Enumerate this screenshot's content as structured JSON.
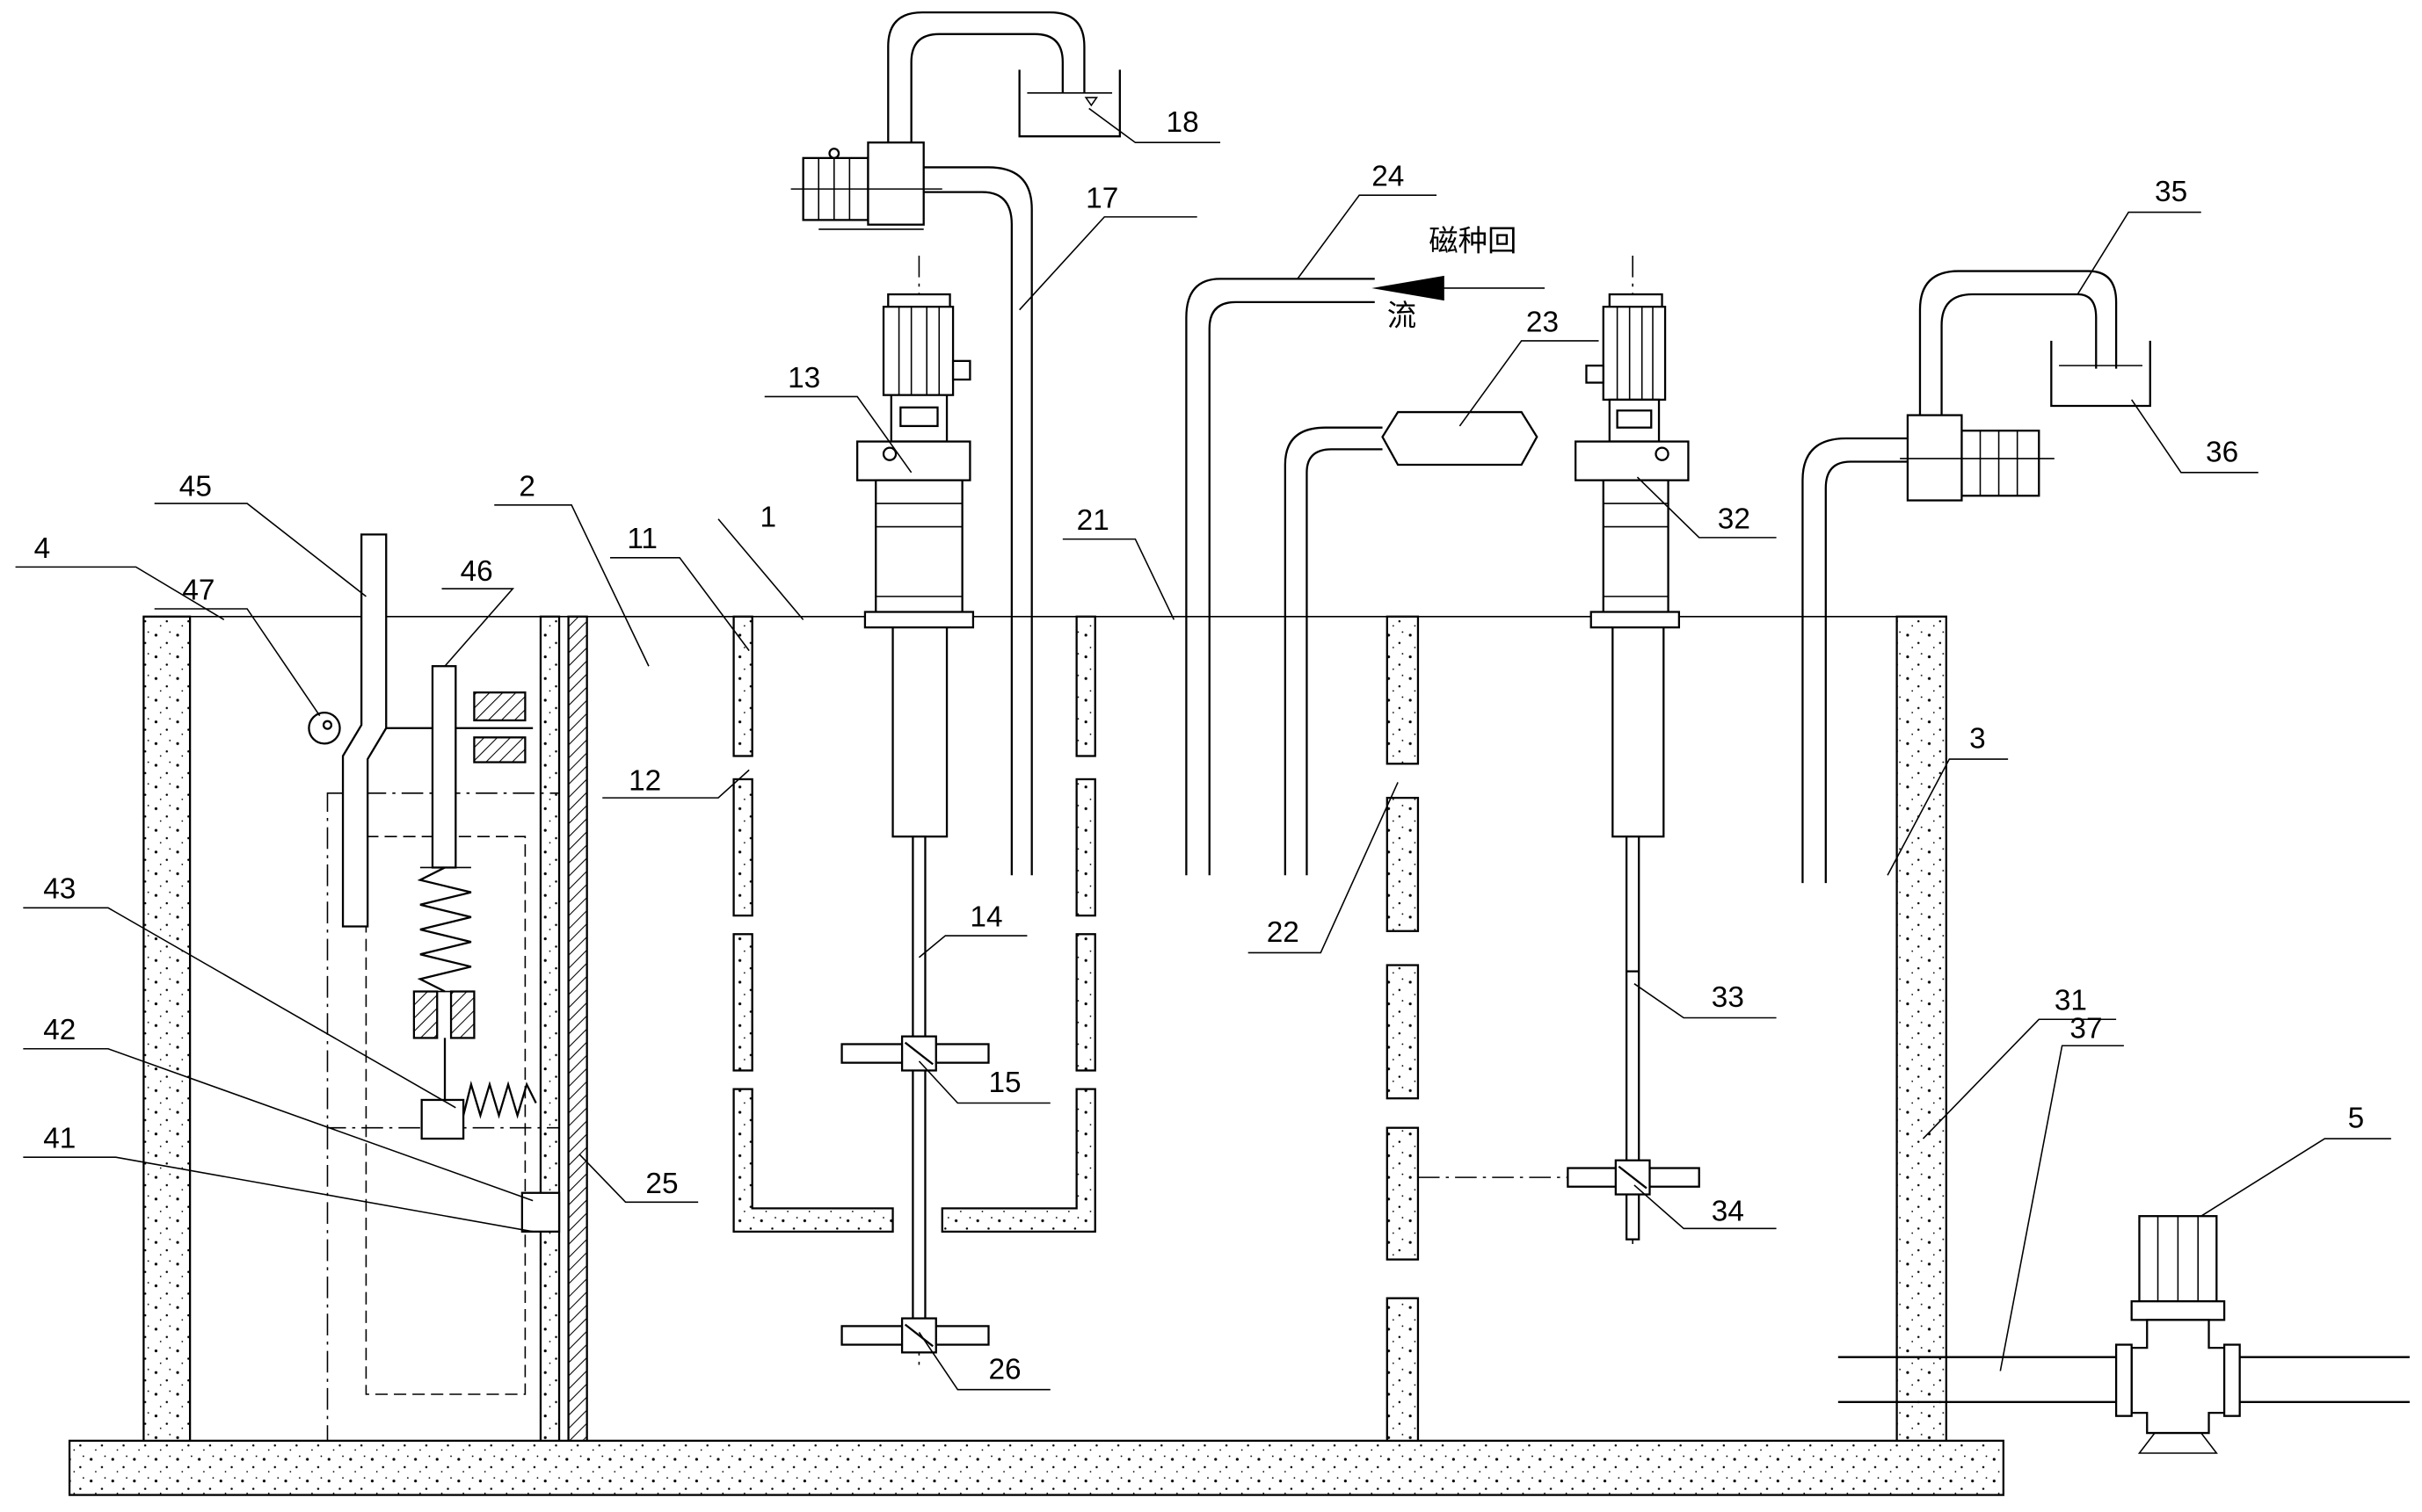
{
  "labels": {
    "n1": "1",
    "n2": "2",
    "n3": "3",
    "n4": "4",
    "n5": "5",
    "n11": "11",
    "n12": "12",
    "n13": "13",
    "n14": "14",
    "n15": "15",
    "n17": "17",
    "n18": "18",
    "n21": "21",
    "n22": "22",
    "n23": "23",
    "n24": "24",
    "n25": "25",
    "n26": "26",
    "n31": "31",
    "n32": "32",
    "n33": "33",
    "n34": "34",
    "n35": "35",
    "n36": "36",
    "n37": "37",
    "n41": "41",
    "n42": "42",
    "n43": "43",
    "n45": "45",
    "n46": "46",
    "n47": "47"
  },
  "reflux_text_line1": "磁种回",
  "reflux_text_line2": "流"
}
